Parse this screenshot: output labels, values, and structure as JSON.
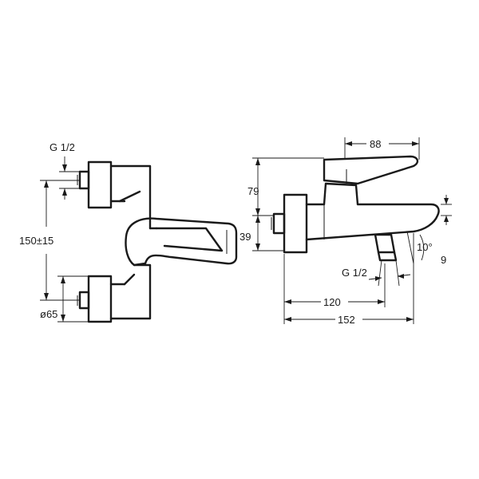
{
  "front_view": {
    "thread_label": "G 1/2",
    "spacing_label": "150±15",
    "diameter_label": "ø65"
  },
  "side_view": {
    "depth_label": "88",
    "height_top_label": "79",
    "height_bottom_label": "39",
    "angle_label": "10°",
    "spout_offset_label": "9",
    "outlet_thread_label": "G 1/2",
    "outlet_distance_label": "120",
    "total_projection_label": "152"
  }
}
